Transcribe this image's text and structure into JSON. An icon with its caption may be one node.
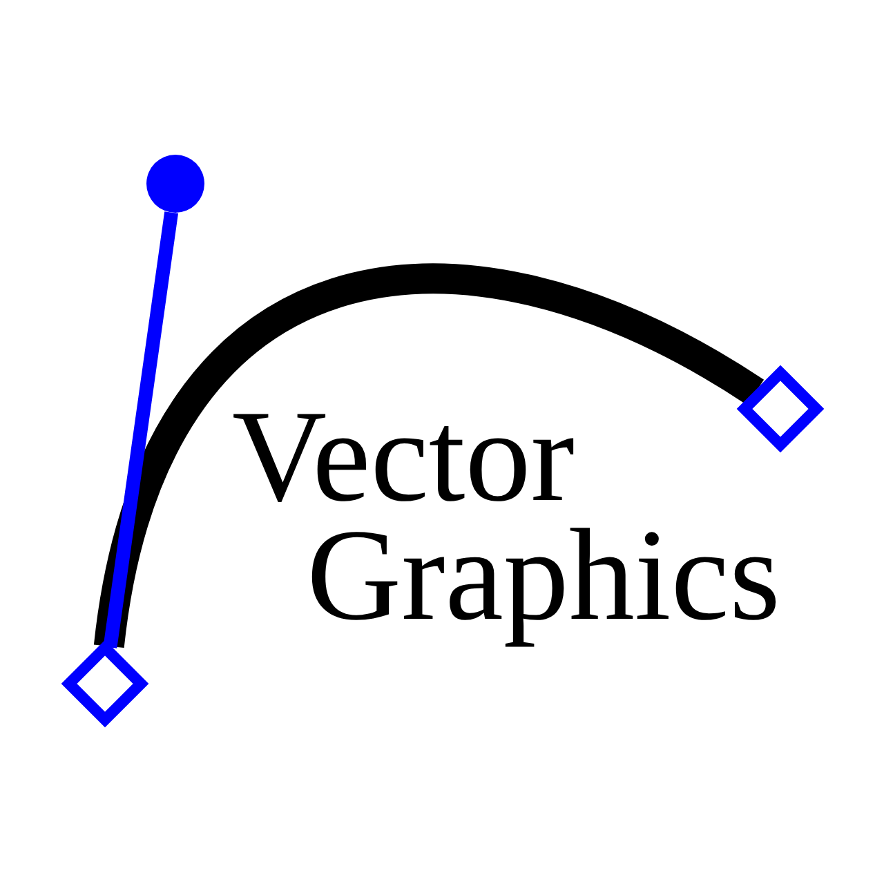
{
  "diagram": {
    "title": "Vector Graphics",
    "nodes": [
      {
        "text": [],
        "shape": "diamond"
      },
      {
        "text": [],
        "shape": "diamond"
      },
      {
        "text": [],
        "shape": "circle"
      }
    ],
    "edges": [
      {
        "from": 0,
        "to": 1,
        "arrow": "none",
        "style": "thick",
        "color": "#000000"
      },
      {
        "from": 0,
        "to": 2,
        "arrow": "none",
        "color": "#0000ff"
      }
    ]
  }
}
